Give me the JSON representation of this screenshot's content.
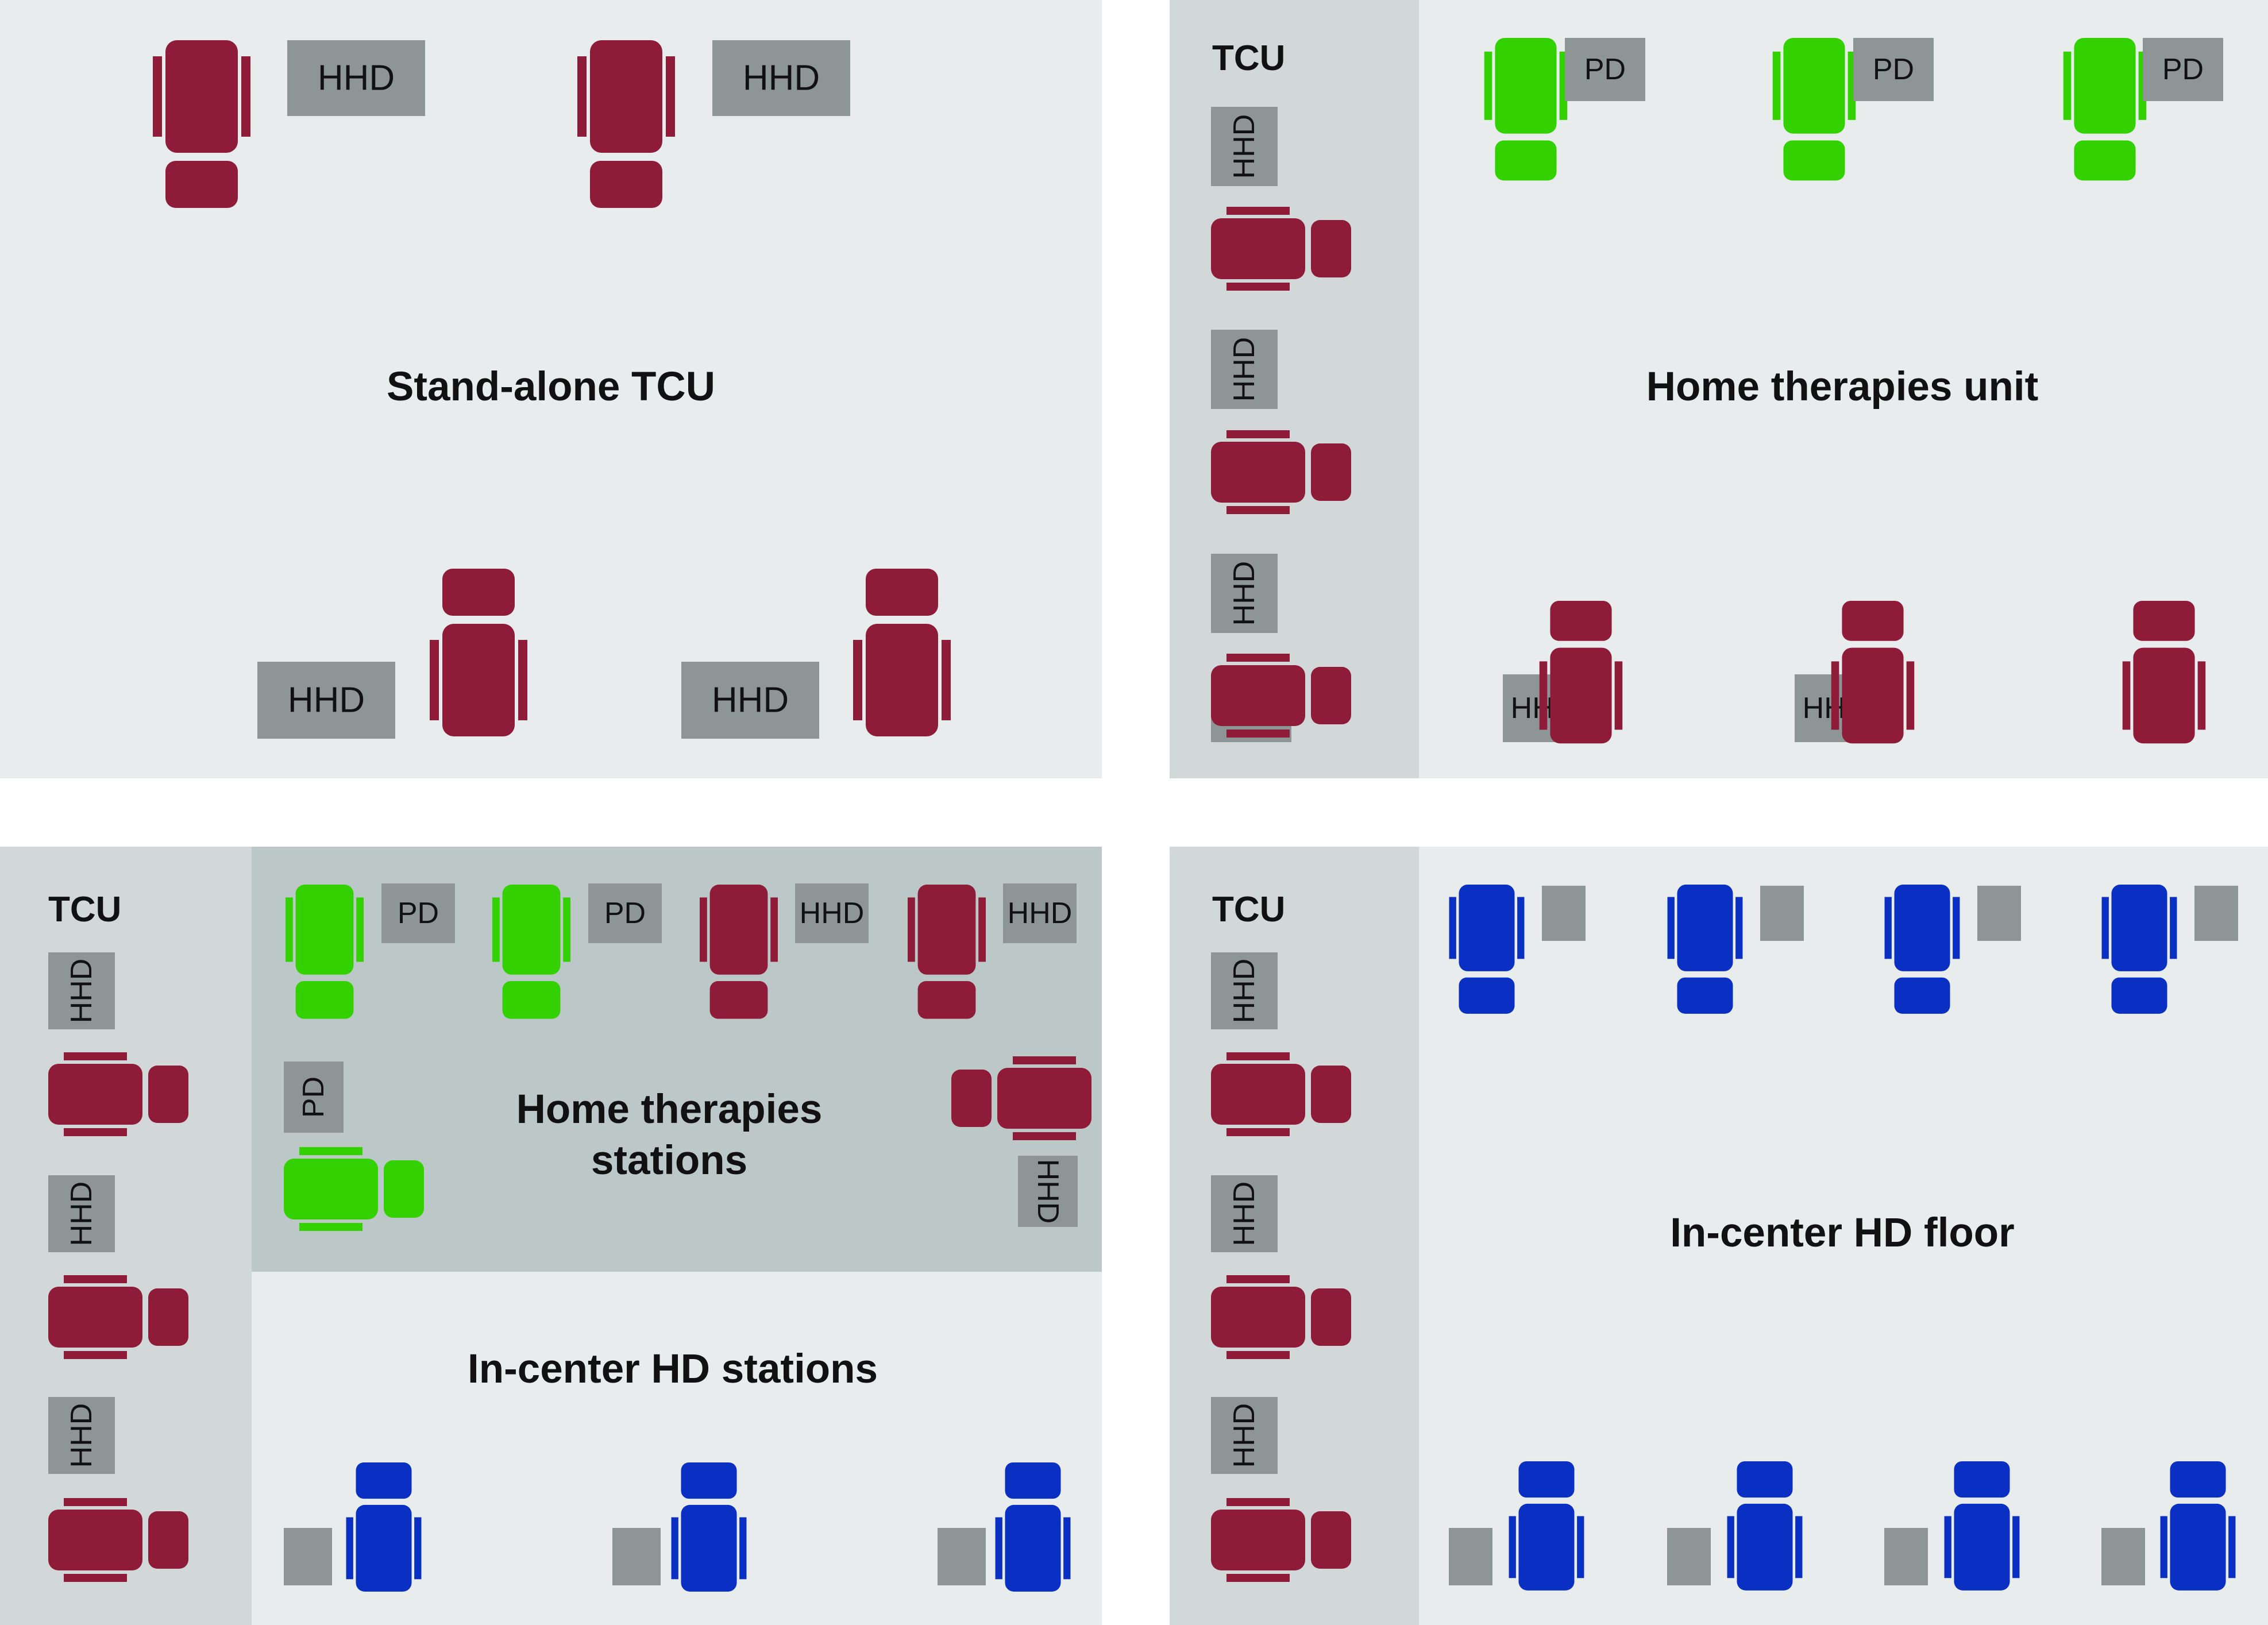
{
  "colors": {
    "hhd_chair": "#8e1b38",
    "pd_chair": "#33d100",
    "incenter_chair": "#0a2fc3",
    "machine_box": "#8d9695",
    "panel_light": "#e8ecec",
    "tcu_strip": "#d2d8d8",
    "home_stations_zone": "#bcc8c7",
    "background": "#ffffff"
  },
  "labels": {
    "hhd": "HHD",
    "pd": "PD",
    "tcu": "TCU"
  },
  "panels": {
    "standalone": {
      "title": "Stand-alone TCU"
    },
    "home_unit": {
      "title": "Home therapies unit",
      "tcu_label": "TCU"
    },
    "combined": {
      "tcu_label": "TCU",
      "home_title_line1": "Home therapies",
      "home_title_line2": "stations",
      "incenter_title": "In-center HD stations"
    },
    "incenter_floor": {
      "title": "In-center HD floor",
      "tcu_label": "TCU"
    }
  }
}
